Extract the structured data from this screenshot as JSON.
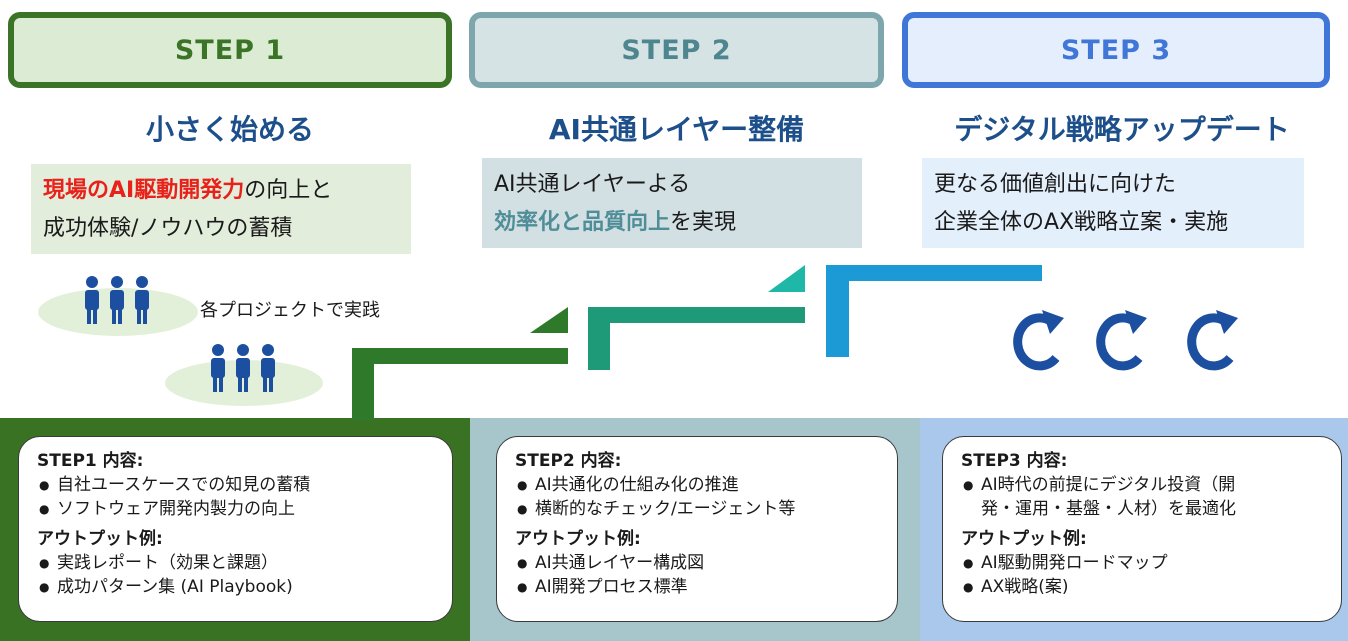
{
  "steps": [
    {
      "header": "STEP 1",
      "title": "小さく始める",
      "desc_highlight": "現場のAI駆動開発力",
      "desc_rest1": "の向上と",
      "desc_line2": "成功体験/ノウハウの蓄積",
      "project_label": "各プロジェクトで実践",
      "card": {
        "content_heading": "STEP1 内容:",
        "content_items": [
          "自社ユースケースでの知見の蓄積",
          "ソフトウェア開発内製力の向上"
        ],
        "output_heading": "アウトプット例:",
        "output_items": [
          "実践レポート（効果と課題）",
          "成功パターン集 (AI Playbook)"
        ]
      }
    },
    {
      "header": "STEP 2",
      "title": "AI共通レイヤー整備",
      "desc_line1": "AI共通レイヤーよる",
      "desc_highlight": "効率化と品質向上",
      "desc_rest2": "を実現",
      "card": {
        "content_heading": "STEP2 内容:",
        "content_items": [
          "AI共通化の仕組み化の推進",
          "横断的なチェック/エージェント等"
        ],
        "output_heading": "アウトプット例:",
        "output_items": [
          "AI共通レイヤー構成図",
          "AI開発プロセス標準"
        ]
      }
    },
    {
      "header": "STEP 3",
      "title": "デジタル戦略アップデート",
      "desc_line1": "更なる価値創出に向けた",
      "desc_line2": "企業全体のAX戦略立案・実施",
      "card": {
        "content_heading": "STEP3 内容:",
        "content_item1_line1": "AI時代の前提にデジタル投資（開",
        "content_item1_line2": "発・運用・基盤・人材）を最適化",
        "output_heading": "アウトプット例:",
        "output_items": [
          "AI駆動開発ロードマップ",
          "AX戦略(案)"
        ]
      }
    }
  ],
  "colors": {
    "step1": "#3b7426",
    "step2": "#7ea6ad",
    "step3": "#3f76d8",
    "title": "#1d4f8a",
    "highlight_red": "#e8211a",
    "stair_green": "#2e7a2a",
    "stair_teal": "#1f9a78",
    "stair_blue": "#1b9ad6",
    "cycle_icon": "#1c4fa0"
  },
  "icons": [
    "people-icon",
    "cycle-arrow-icon"
  ]
}
